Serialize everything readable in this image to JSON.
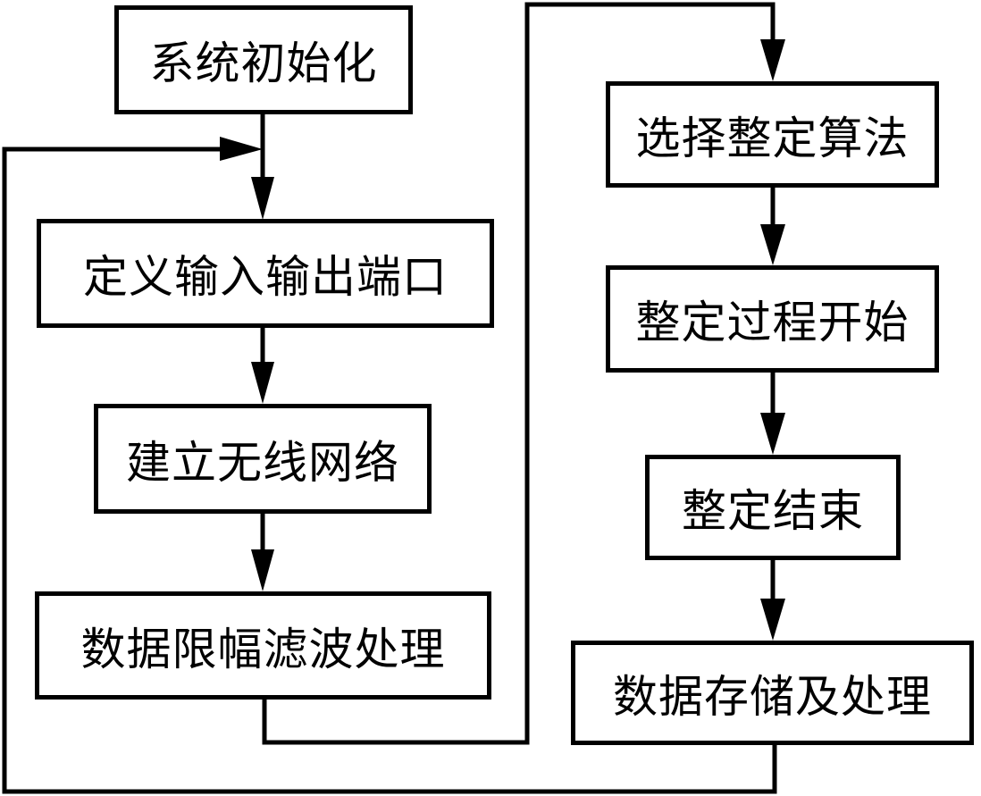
{
  "diagram": {
    "type": "flowchart",
    "colors": {
      "line": "#000000",
      "background": "#ffffff",
      "text": "#000000"
    },
    "nodes": [
      {
        "id": "init",
        "label": "系统初始化"
      },
      {
        "id": "define_ports",
        "label": "定义输入输出端口"
      },
      {
        "id": "build_network",
        "label": "建立无线网络"
      },
      {
        "id": "filter",
        "label": "数据限幅滤波处理"
      },
      {
        "id": "select_algorithm",
        "label": "选择整定算法"
      },
      {
        "id": "tuning_start",
        "label": "整定过程开始"
      },
      {
        "id": "tuning_end",
        "label": "整定结束"
      },
      {
        "id": "store_process",
        "label": "数据存储及处理"
      }
    ],
    "edges": [
      {
        "from": "init",
        "to": "define_ports"
      },
      {
        "from": "define_ports",
        "to": "build_network"
      },
      {
        "from": "build_network",
        "to": "filter"
      },
      {
        "from": "filter",
        "to": "select_algorithm"
      },
      {
        "from": "select_algorithm",
        "to": "tuning_start"
      },
      {
        "from": "tuning_start",
        "to": "tuning_end"
      },
      {
        "from": "tuning_end",
        "to": "store_process"
      },
      {
        "from": "store_process",
        "to": "define_ports",
        "note": "loop back"
      }
    ]
  }
}
